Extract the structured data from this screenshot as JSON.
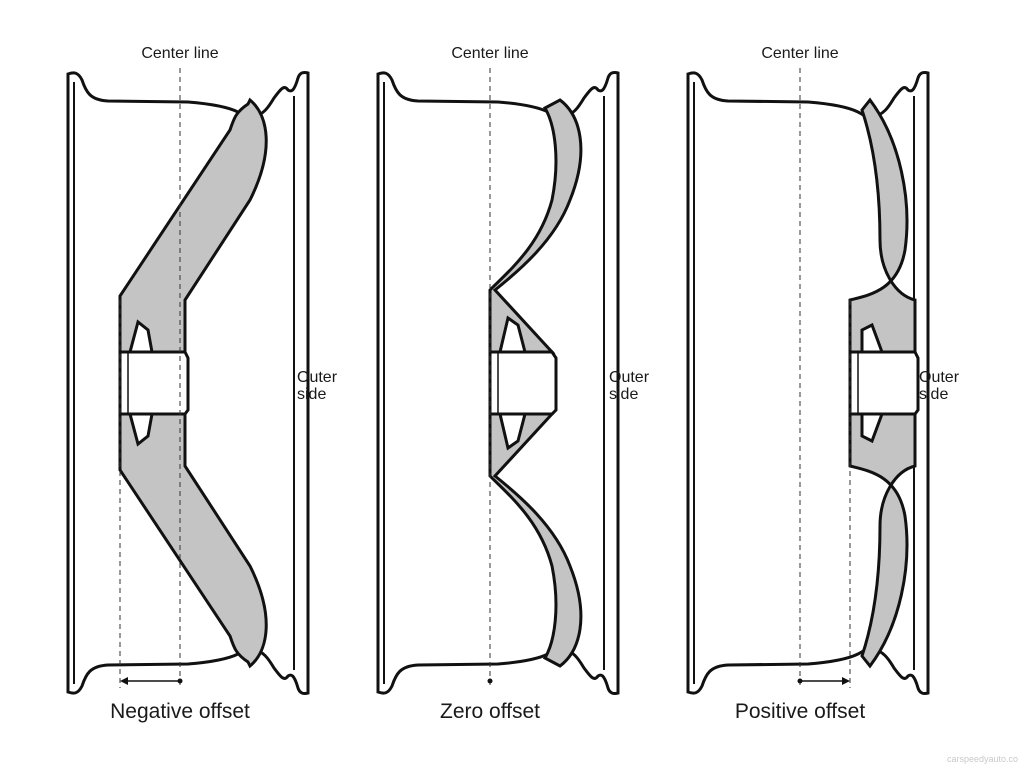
{
  "diagram": {
    "colors": {
      "wheel_fill": "#c4c4c4",
      "outline": "#111111",
      "background": "#ffffff"
    },
    "panels": [
      {
        "id": "negative",
        "center_label": "Center line",
        "side_label_line1": "Outer",
        "side_label_line2": "side",
        "caption": "Negative offset"
      },
      {
        "id": "zero",
        "center_label": "Center line",
        "side_label_line1": "Outer",
        "side_label_line2": "side",
        "caption": "Zero offset"
      },
      {
        "id": "positive",
        "center_label": "Center line",
        "side_label_line1": "Outer",
        "side_label_line2": "side",
        "caption": "Positive offset"
      }
    ],
    "watermark": "carspeedyauto.co"
  }
}
